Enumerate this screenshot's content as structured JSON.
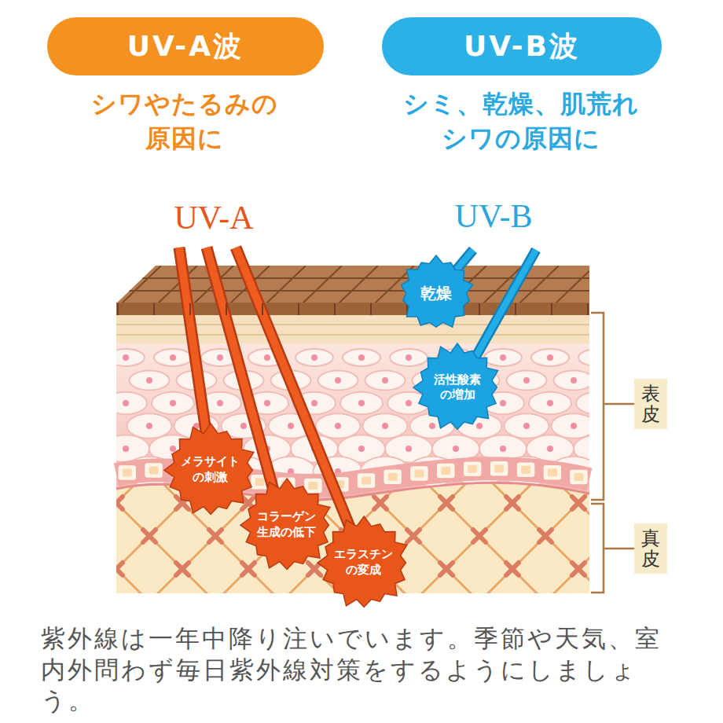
{
  "diagram": {
    "caption": "紫外線は一年中降り注いでいます。季節や天気、室内外問わず毎日紫外線対策をするようにしましょう。",
    "nodes": [
      {
        "text": [
          "UV-A波"
        ]
      },
      {
        "text": [
          "UV-B波"
        ]
      },
      {
        "text": [
          "乾燥"
        ]
      },
      {
        "text": [
          "活性酸素の増加"
        ]
      },
      {
        "text": [
          "表皮"
        ]
      },
      {
        "text": [
          "メラサイトの刺激"
        ]
      },
      {
        "text": [
          "コラーゲン生成の低下"
        ]
      },
      {
        "text": [
          "エラスチンの変成"
        ]
      },
      {
        "text": [
          "真皮"
        ]
      }
    ],
    "labels": [
      "シワやたるみの原因に",
      "シミ、乾燥、肌荒れ シワの原因に",
      "UV-A",
      "UV-B"
    ]
  }
}
